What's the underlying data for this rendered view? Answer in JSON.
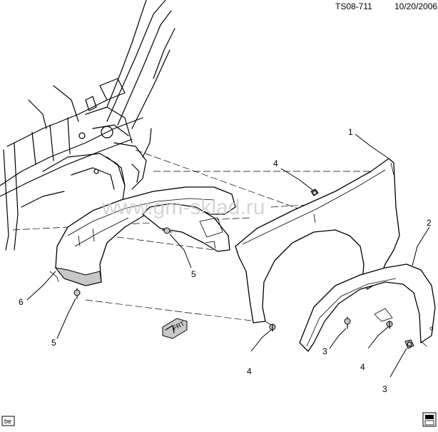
{
  "header": {
    "ref": "TS08-711",
    "date": "10/20/2006"
  },
  "watermark": "www.gm-sklad.ru",
  "callouts": [
    {
      "label": "1",
      "part": "fender"
    },
    {
      "label": "2",
      "part": "wheel-opening-flare"
    },
    {
      "label": "3",
      "part": "flare-clip-left"
    },
    {
      "label": "3",
      "part": "flare-clip-right"
    },
    {
      "label": "4",
      "part": "fender-bolt-top"
    },
    {
      "label": "4",
      "part": "fender-bolt-bottom"
    },
    {
      "label": "4",
      "part": "flare-nut"
    },
    {
      "label": "5",
      "part": "liner-screw-top"
    },
    {
      "label": "5",
      "part": "liner-screw-bottom"
    },
    {
      "label": "6",
      "part": "wheelhouse-liner"
    }
  ],
  "front_indicator": "FRT",
  "footer": {
    "left_tag": "be",
    "right_icon": "parts-catalog-icon"
  }
}
